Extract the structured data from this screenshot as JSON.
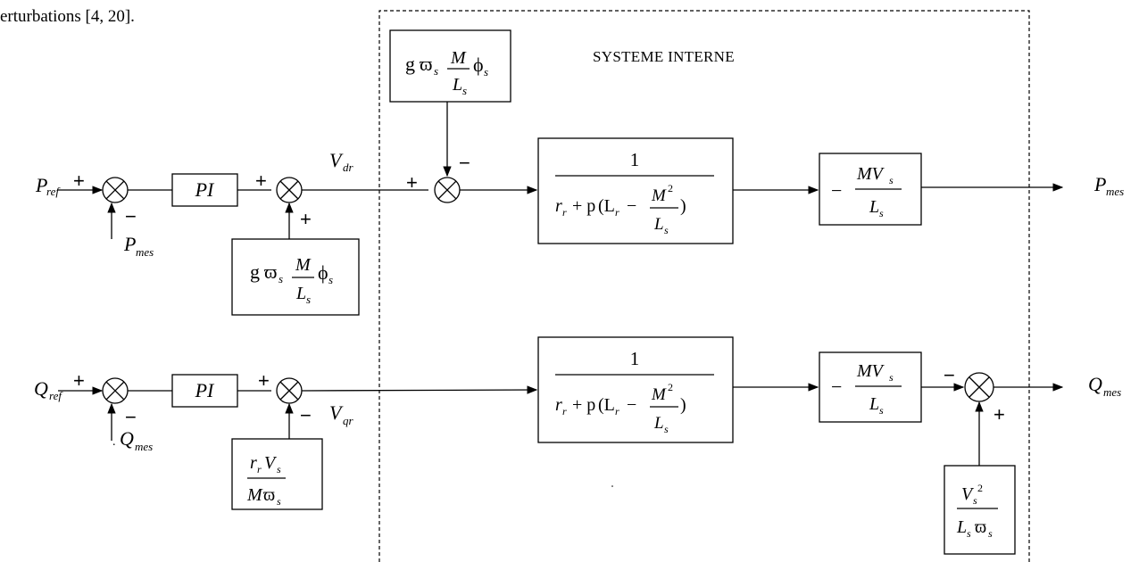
{
  "header_fragment": "erturbations [4, 20].",
  "internal_system_label": "SYSTEME INTERNE",
  "signals": {
    "p_ref": "ref",
    "p_mes": "mes",
    "q_ref": "ref",
    "q_mes": "mes",
    "v_dr": "dr",
    "v_qr": "qr"
  },
  "blocks": {
    "pi_p": "PI",
    "pi_q": "PI",
    "one": "1",
    "p_paren_open": "(L",
    "paren_close": ")",
    "squared": "2"
  },
  "signs": {
    "plus": "+",
    "minus": "−",
    "plus_small": "+"
  }
}
